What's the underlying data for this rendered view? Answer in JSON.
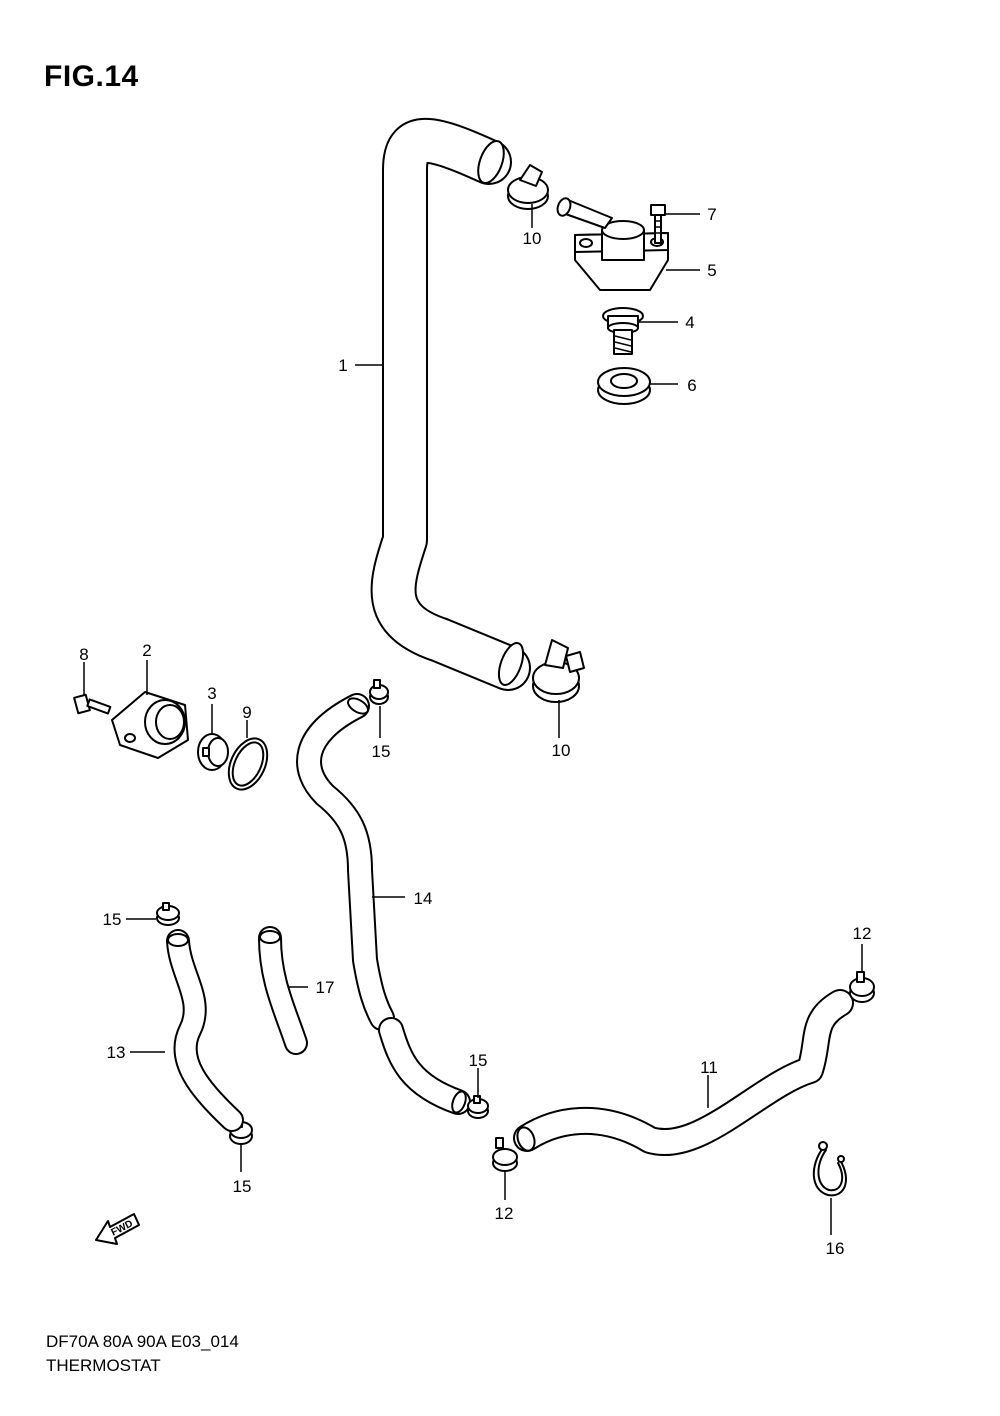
{
  "figure": {
    "title": "FIG.14"
  },
  "footer": {
    "model_code": "DF70A 80A 90A E03_014",
    "section_name": "THERMOSTAT"
  },
  "fwd_label": "FWD",
  "callouts": {
    "c1": "1",
    "c2": "2",
    "c3": "3",
    "c4": "4",
    "c5": "5",
    "c6": "6",
    "c7": "7",
    "c8": "8",
    "c9": "9",
    "c10a": "10",
    "c10b": "10",
    "c11": "11",
    "c12a": "12",
    "c12b": "12",
    "c13": "13",
    "c14": "14",
    "c15a": "15",
    "c15b": "15",
    "c15c": "15",
    "c15d": "15",
    "c16": "16",
    "c17": "17"
  }
}
